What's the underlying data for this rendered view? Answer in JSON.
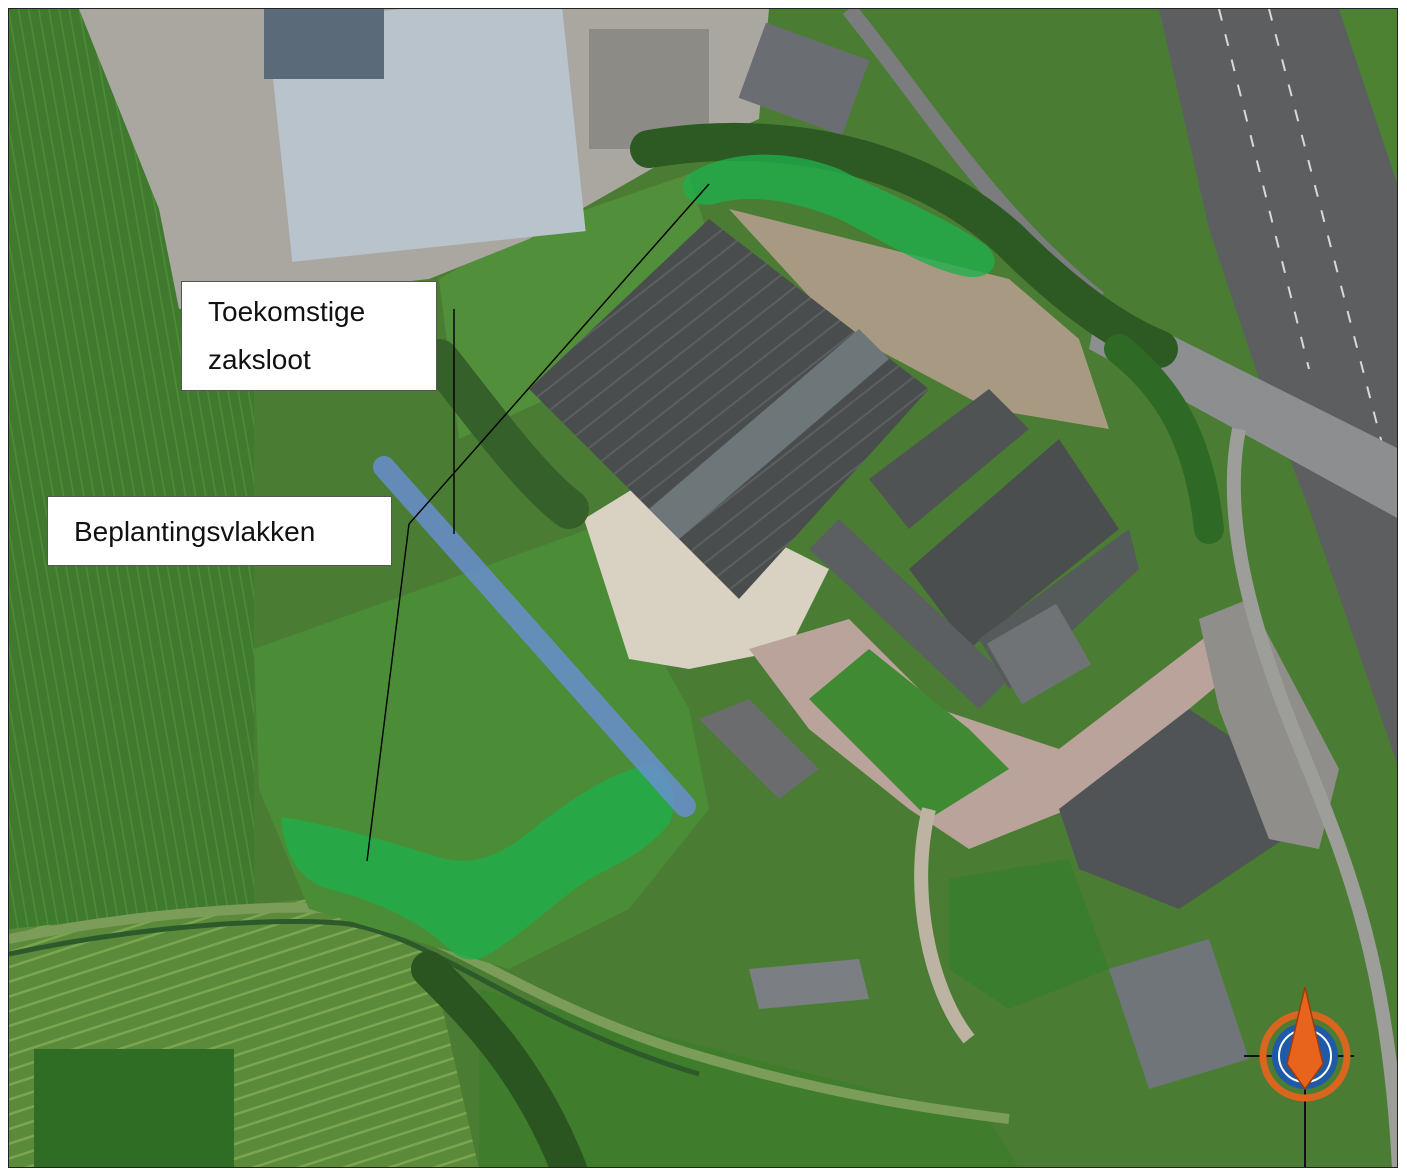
{
  "map": {
    "labels": {
      "ditch_line1": "Toekomstige",
      "ditch_line2": "zaksloot",
      "planting": "Beplantingsvlakken"
    },
    "overlays": {
      "planting_color": "#1fae4b",
      "ditch_color": "#6a8fd4",
      "leader_line_color": "#000000"
    },
    "compass": {
      "icon": "north-arrow-icon",
      "arrow_color": "#e8641c",
      "ring_color": "#d9651f",
      "inner_color": "#1e5aa8"
    }
  }
}
